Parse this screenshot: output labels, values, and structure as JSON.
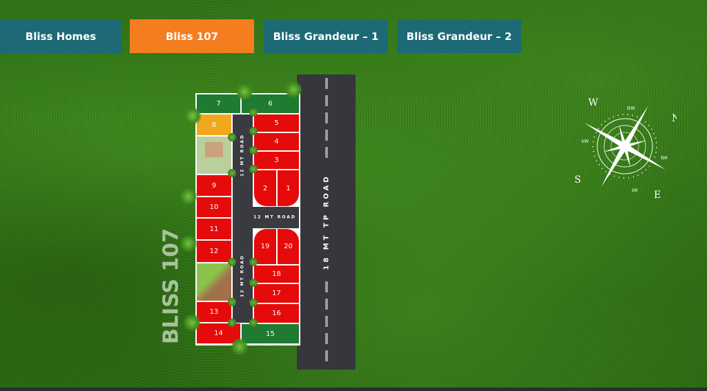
{
  "tabs": [
    {
      "label": "Bliss Homes",
      "active": false
    },
    {
      "label": "Bliss 107",
      "active": true
    },
    {
      "label": "Bliss Grandeur – 1",
      "active": false
    },
    {
      "label": "Bliss Grandeur – 2",
      "active": false
    }
  ],
  "colors": {
    "tab": "#1d6a76",
    "tab_active": "#f47d20",
    "sold": "#e60b0b",
    "available": "#1f7a32",
    "booked": "#f2a81d",
    "road": "#3a3b40"
  },
  "map": {
    "project_label": "BLISS 107",
    "main_road": "18 MT TP ROAD",
    "inner_road_left": "12 MT ROAD",
    "inner_road_mid": "12 MT ROAD",
    "inner_road_left_lower": "12 MT ROAD",
    "plots": {
      "p1": "1",
      "p2": "2",
      "p3": "3",
      "p4": "4",
      "p5": "5",
      "p6": "6",
      "p7": "7",
      "p8": "8",
      "p9": "9",
      "p10": "10",
      "p11": "11",
      "p12": "12",
      "p13": "13",
      "p14": "14",
      "p15": "15",
      "p16": "16",
      "p17": "17",
      "p18": "18",
      "p19": "19",
      "p20": "20"
    }
  },
  "compass": {
    "n": "N",
    "s": "S",
    "e": "E",
    "w": "W",
    "nw": "nw",
    "ne": "ne",
    "sw": "sw",
    "se": "se"
  }
}
